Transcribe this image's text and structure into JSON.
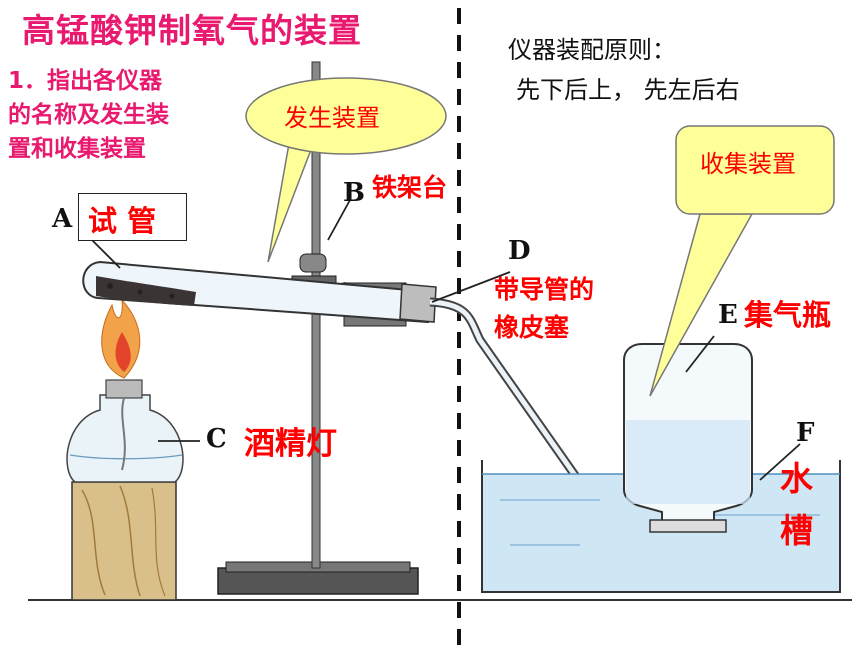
{
  "title": "高锰酸钾制氧气的装置",
  "instruction_lines": [
    "1．指出各仪器",
    "的名称及发生装",
    "置和收集装置"
  ],
  "principle": {
    "heading": "仪器装配原则：",
    "rule": "先下后上，  先左后右"
  },
  "callouts": {
    "generator": "发生装置",
    "collector": "收集装置"
  },
  "parts": {
    "A": {
      "letter": "A",
      "label": "试 管"
    },
    "B": {
      "letter": "B",
      "label": "铁架台"
    },
    "C": {
      "letter": "C",
      "label": "酒精灯"
    },
    "D": {
      "letter": "D",
      "label_line1": "带导管的",
      "label_line2": "橡皮塞"
    },
    "E": {
      "letter": "E",
      "label": "集气瓶"
    },
    "F": {
      "letter": "F",
      "label_line1": "水",
      "label_line2": "槽"
    }
  },
  "colors": {
    "title": "#e8196e",
    "part_label": "#ff0000",
    "bubble_fill": "#ffff99",
    "water": "#cfe6f5",
    "divider": "#111111"
  }
}
